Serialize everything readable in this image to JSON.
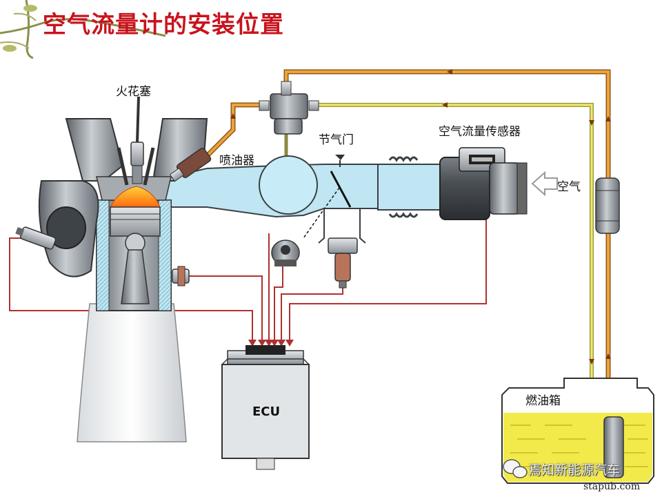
{
  "title": "空气流量计的安装位置",
  "labels": {
    "spark_plug": "火花塞",
    "injector": "喷油器",
    "throttle": "节气门",
    "maf_sensor": "空气流量传感器",
    "air": "空气",
    "ecu": "ECU",
    "fuel_tank": "燃油箱"
  },
  "watermark": {
    "account": "焉知新能源汽车",
    "site": "stapub.com"
  },
  "colors": {
    "title": "#c8141e",
    "fuel_line": "#d7891e",
    "signal_wire": "#b03030",
    "air_duct": "#bfe6f2",
    "fuel": "#f2ea4a",
    "combustion": "#ff7a1a"
  }
}
